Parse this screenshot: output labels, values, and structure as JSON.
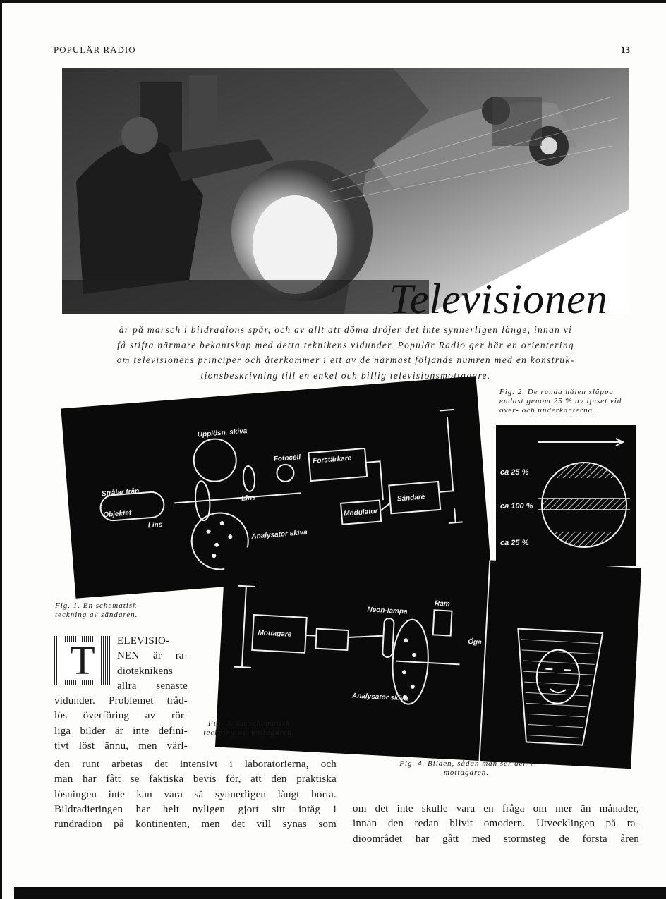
{
  "header": {
    "magazine": "POPULÄR RADIO",
    "page_number": "13"
  },
  "title": "Televisionen",
  "lead_lines": [
    "är på marsch i bildradions spår, och av allt att döma dröjer det inte synnerligen länge, innan vi",
    "få stifta närmare bekantskap med detta teknikens vidunder. Populär Radio ger här en orientering",
    "om televisionens principer och återkommer i ett av de närmast följande numren med en konstruk-",
    "tionsbeskrivning till en enkel och billig televisionsmottagare."
  ],
  "figures": {
    "fig1": {
      "caption": "Fig. 1. En schematisk teckning av sändaren.",
      "labels": {
        "stralar": "Strålar från",
        "objektet": "Objektet",
        "lins_left": "Lins",
        "upplosn": "Upplösn. skiva",
        "lins_mid": "Lins",
        "fotocell": "Fotocell",
        "forstarkare": "Förstärkare",
        "analysator": "Analysator skiva",
        "modulator": "Modulator",
        "sandare": "Sändare"
      }
    },
    "fig2": {
      "caption": "Fig. 2. De runda hålen släppa endast genom 25 % av ljuset vid över- och underkanterna.",
      "labels": {
        "top": "ca 25 %",
        "mid": "ca 100 %",
        "bottom": "ca 25 %"
      }
    },
    "fig3": {
      "caption": "Fig. 3. En schematisk teckning av mottagaren.",
      "labels": {
        "mottagare": "Mottagare",
        "neon": "Neon-lampa",
        "ram": "Ram",
        "analysator": "Analysator skiva",
        "oga": "Öga"
      }
    },
    "fig4": {
      "caption": "Fig. 4. Bilden, sådan man ser den i mottagaren."
    }
  },
  "article": {
    "dropcap": "T",
    "short_lines": [
      "ELEVISIO-",
      "NEN är ra-",
      "dioteknikens",
      "allra senaste"
    ],
    "mid_lines": [
      "vidunder. Problemet tråd-",
      "lös överföring av rör-",
      "liga bilder är inte defini-",
      "tivt löst ännu, men värl-"
    ],
    "wide_lines": [
      "den runt arbetas det intensivt i laboratorierna, och",
      "man har fått se faktiska bevis för, att den praktiska",
      "lösningen inte kan vara så synnerligen långt borta.",
      "Bildradieringen har helt nyligen gjort sitt intåg i",
      "rundradion på kontinenten, men det vill synas som"
    ],
    "right_lines": [
      "om det inte skulle vara en fråga om mer än månader,",
      "innan den redan blivit omodern. Utvecklingen på ra-",
      "dioområdet har gått med stormsteg de första åren"
    ]
  }
}
